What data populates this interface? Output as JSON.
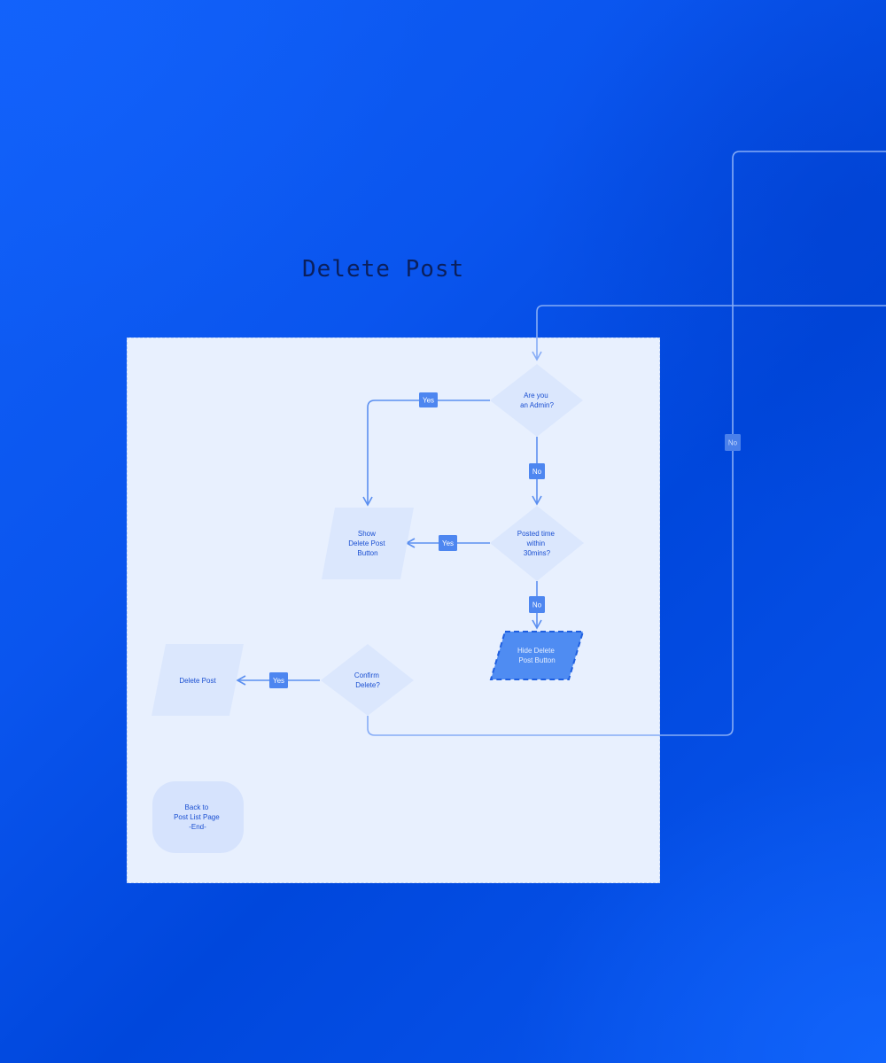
{
  "title": "Delete Post",
  "nodes": {
    "admin_check": {
      "lines": [
        "Are you",
        "an Admin?"
      ]
    },
    "time_check": {
      "lines": [
        "Posted time",
        "within",
        "30mins?"
      ]
    },
    "show_button": {
      "lines": [
        "Show",
        "Delete Post",
        "Button"
      ]
    },
    "hide_button": {
      "lines": [
        "Hide Delete",
        "Post Button"
      ]
    },
    "confirm": {
      "lines": [
        "Confirm",
        "Delete?"
      ]
    },
    "delete_post": {
      "lines": [
        "Delete Post"
      ]
    },
    "end": {
      "lines": [
        "Back to",
        "Post List Page",
        "-End-"
      ]
    }
  },
  "edges": {
    "admin_yes": "Yes",
    "admin_no": "No",
    "time_yes": "Yes",
    "time_no": "No",
    "confirm_yes": "Yes",
    "confirm_no": "No"
  },
  "colors": {
    "background": "#0a55ee",
    "board": "#e8f0fe",
    "node_fill": "#dbe7fd",
    "edge": "#5b8ff0",
    "badge": "#4d86f0",
    "highlight_node": "#4f8cf2",
    "title": "#0b1f5c"
  }
}
